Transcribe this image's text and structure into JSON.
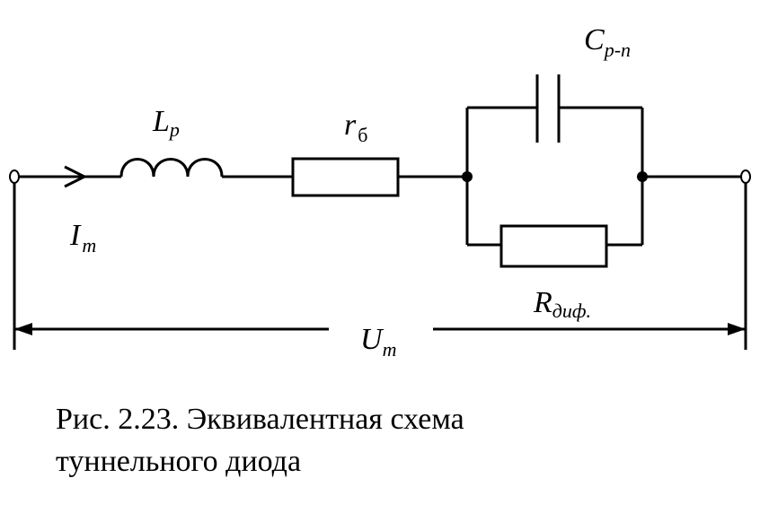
{
  "labels": {
    "inductor": {
      "main": "L",
      "sub": "p"
    },
    "series_resistor": {
      "main": "r",
      "sub": "б"
    },
    "capacitor": {
      "main": "C",
      "sub": "p-n"
    },
    "diff_resistor": {
      "main": "R",
      "sub": "диф."
    },
    "current": {
      "main": "I",
      "sub": "m"
    },
    "voltage": {
      "main": "U",
      "sub": "m"
    }
  },
  "caption": {
    "line1": "Рис. 2.23. Эквивалентная схема",
    "line2": "туннельного диода"
  }
}
